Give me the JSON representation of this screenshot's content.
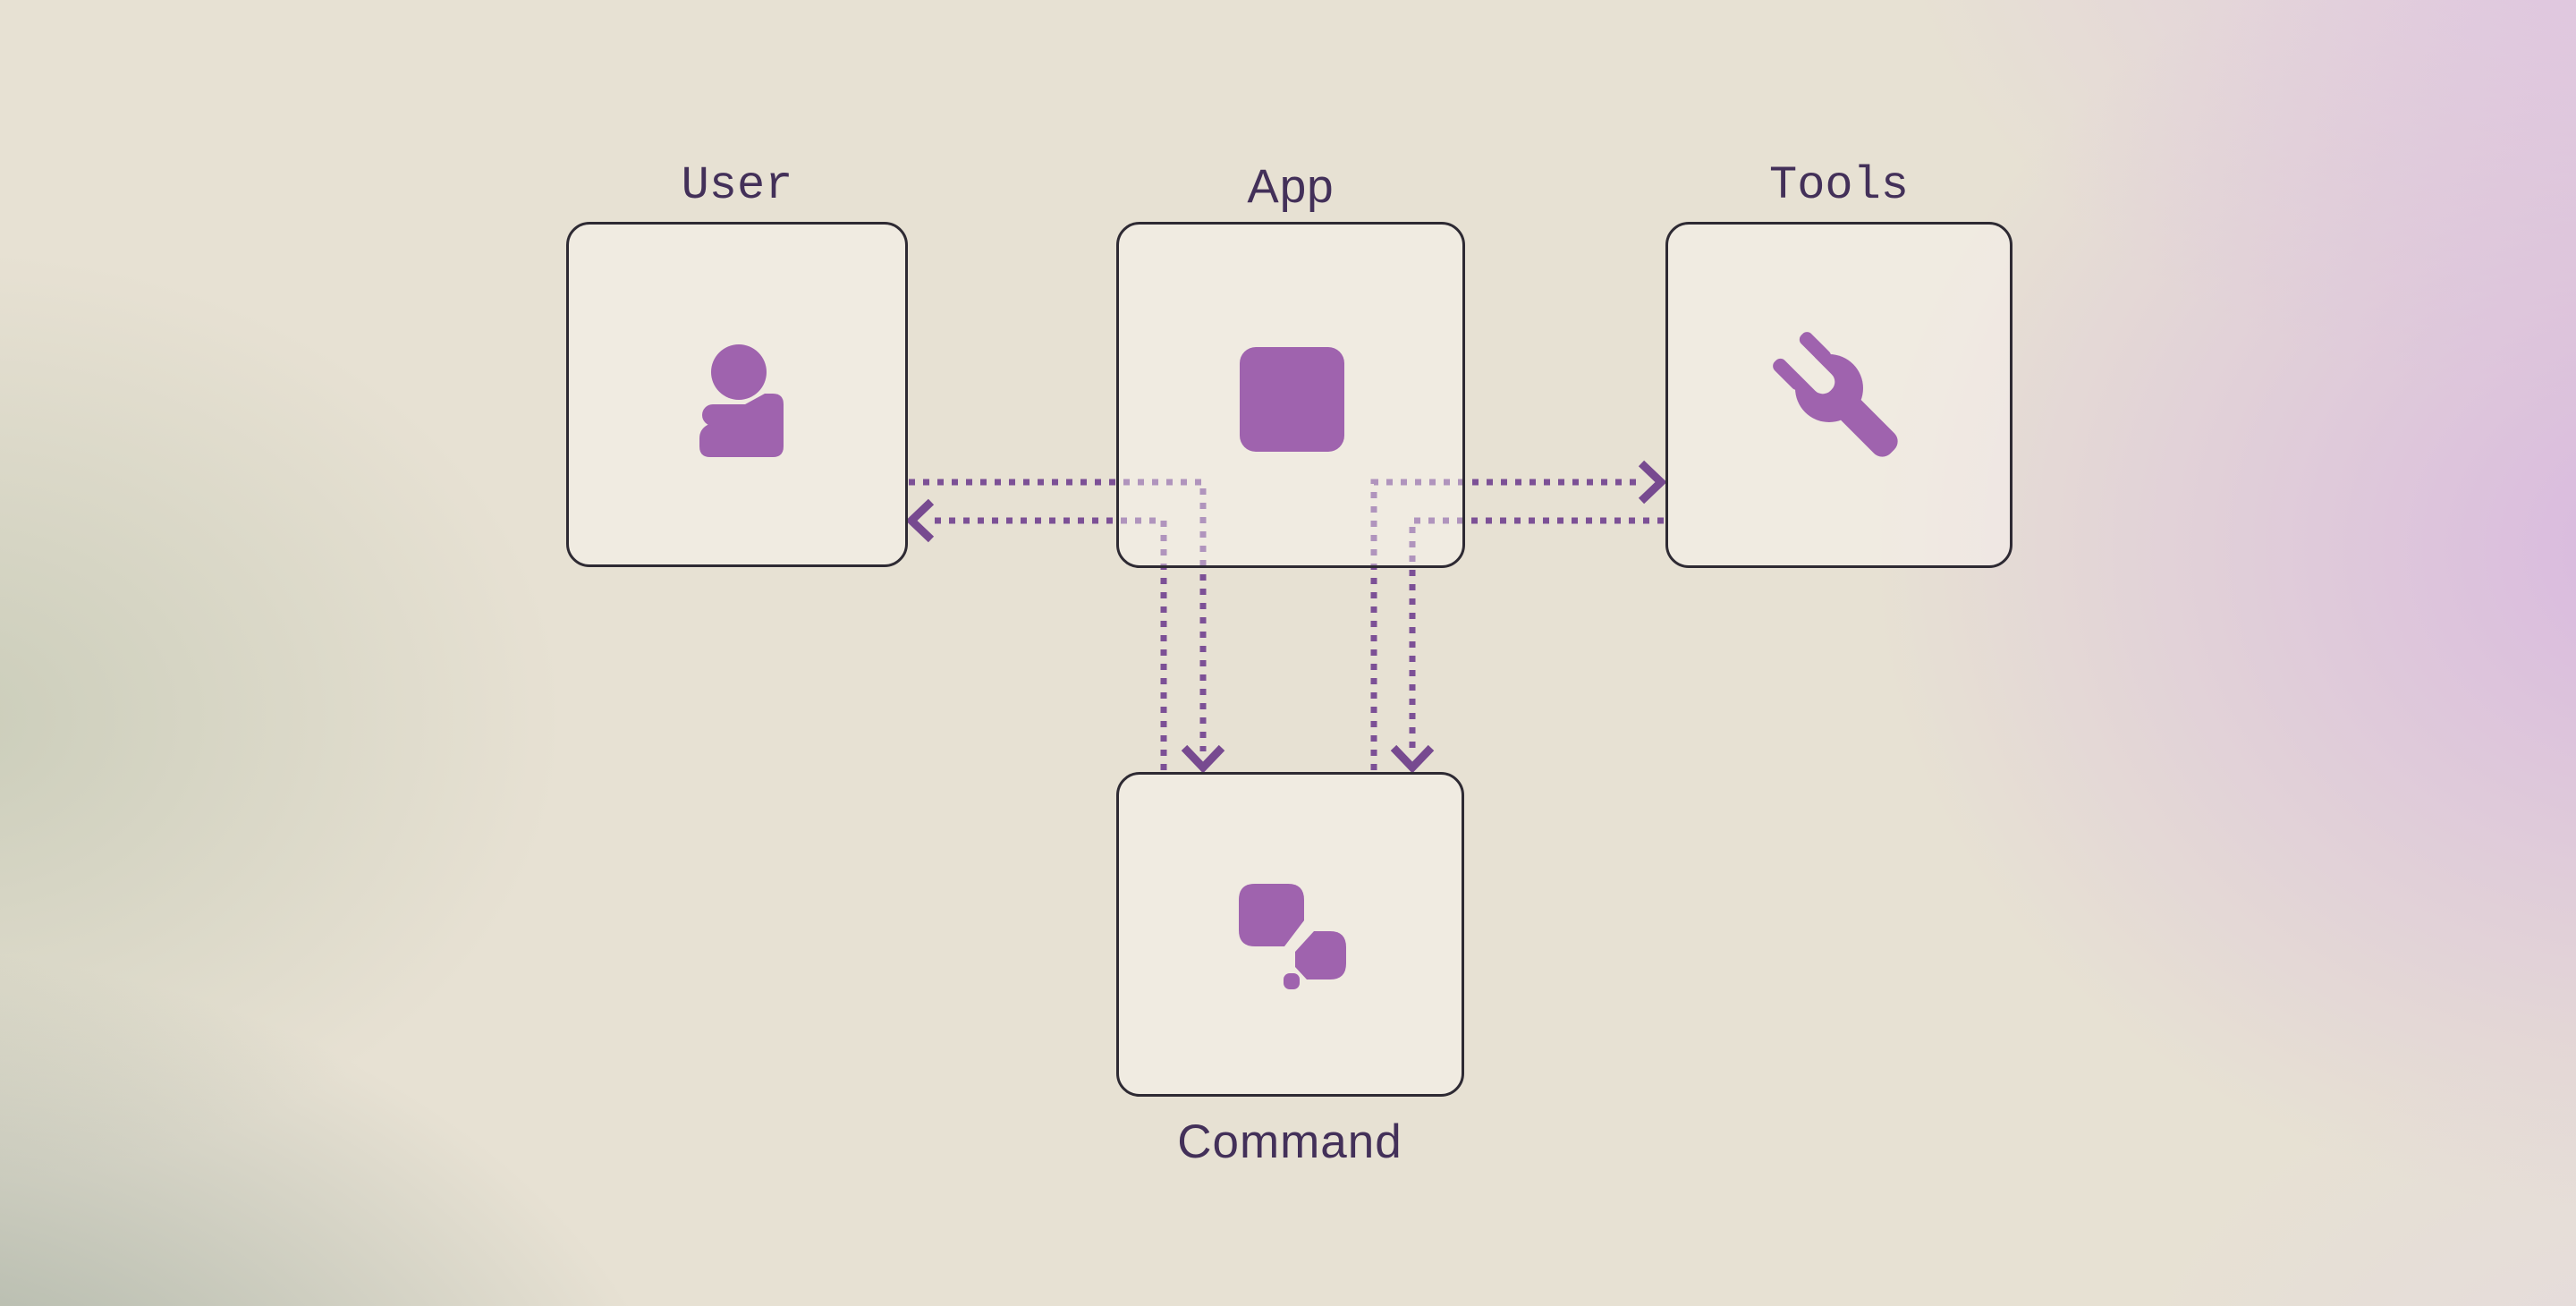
{
  "diagram": {
    "title": "App command architecture diagram",
    "nodes": [
      {
        "id": "user",
        "label": "User",
        "icon": "person-icon",
        "label_position": "top",
        "label_style": "mono"
      },
      {
        "id": "app",
        "label": "App",
        "icon": "app-icon",
        "label_position": "top",
        "label_style": "sans"
      },
      {
        "id": "tools",
        "label": "Tools",
        "icon": "wrench-icon",
        "label_position": "top",
        "label_style": "mono"
      },
      {
        "id": "command",
        "label": "Command",
        "icon": "command-icon",
        "label_position": "bottom",
        "label_style": "sans"
      }
    ],
    "edges": [
      {
        "from": "user",
        "to": "command",
        "style": "dotted",
        "route": "right-then-down"
      },
      {
        "from": "command",
        "to": "user",
        "style": "dotted",
        "route": "up-then-left"
      },
      {
        "from": "command",
        "to": "tools",
        "style": "dotted",
        "route": "up-then-right"
      },
      {
        "from": "tools",
        "to": "command",
        "style": "dotted",
        "route": "left-then-down"
      }
    ],
    "colors": {
      "icon_purple": "#9f63ae",
      "arrow_purple": "#7c5096",
      "arrowhead_purple": "#774a90",
      "label_plum": "#433059",
      "box_border": "#2e2a33",
      "box_fill": "rgba(255,251,248,0.40)",
      "bg_beige": "#e7e1d3",
      "bg_sage_green": "#96a396",
      "bg_lilac_pink": "#dfc2e4",
      "bg_mauve": "#e4dbe0"
    }
  }
}
